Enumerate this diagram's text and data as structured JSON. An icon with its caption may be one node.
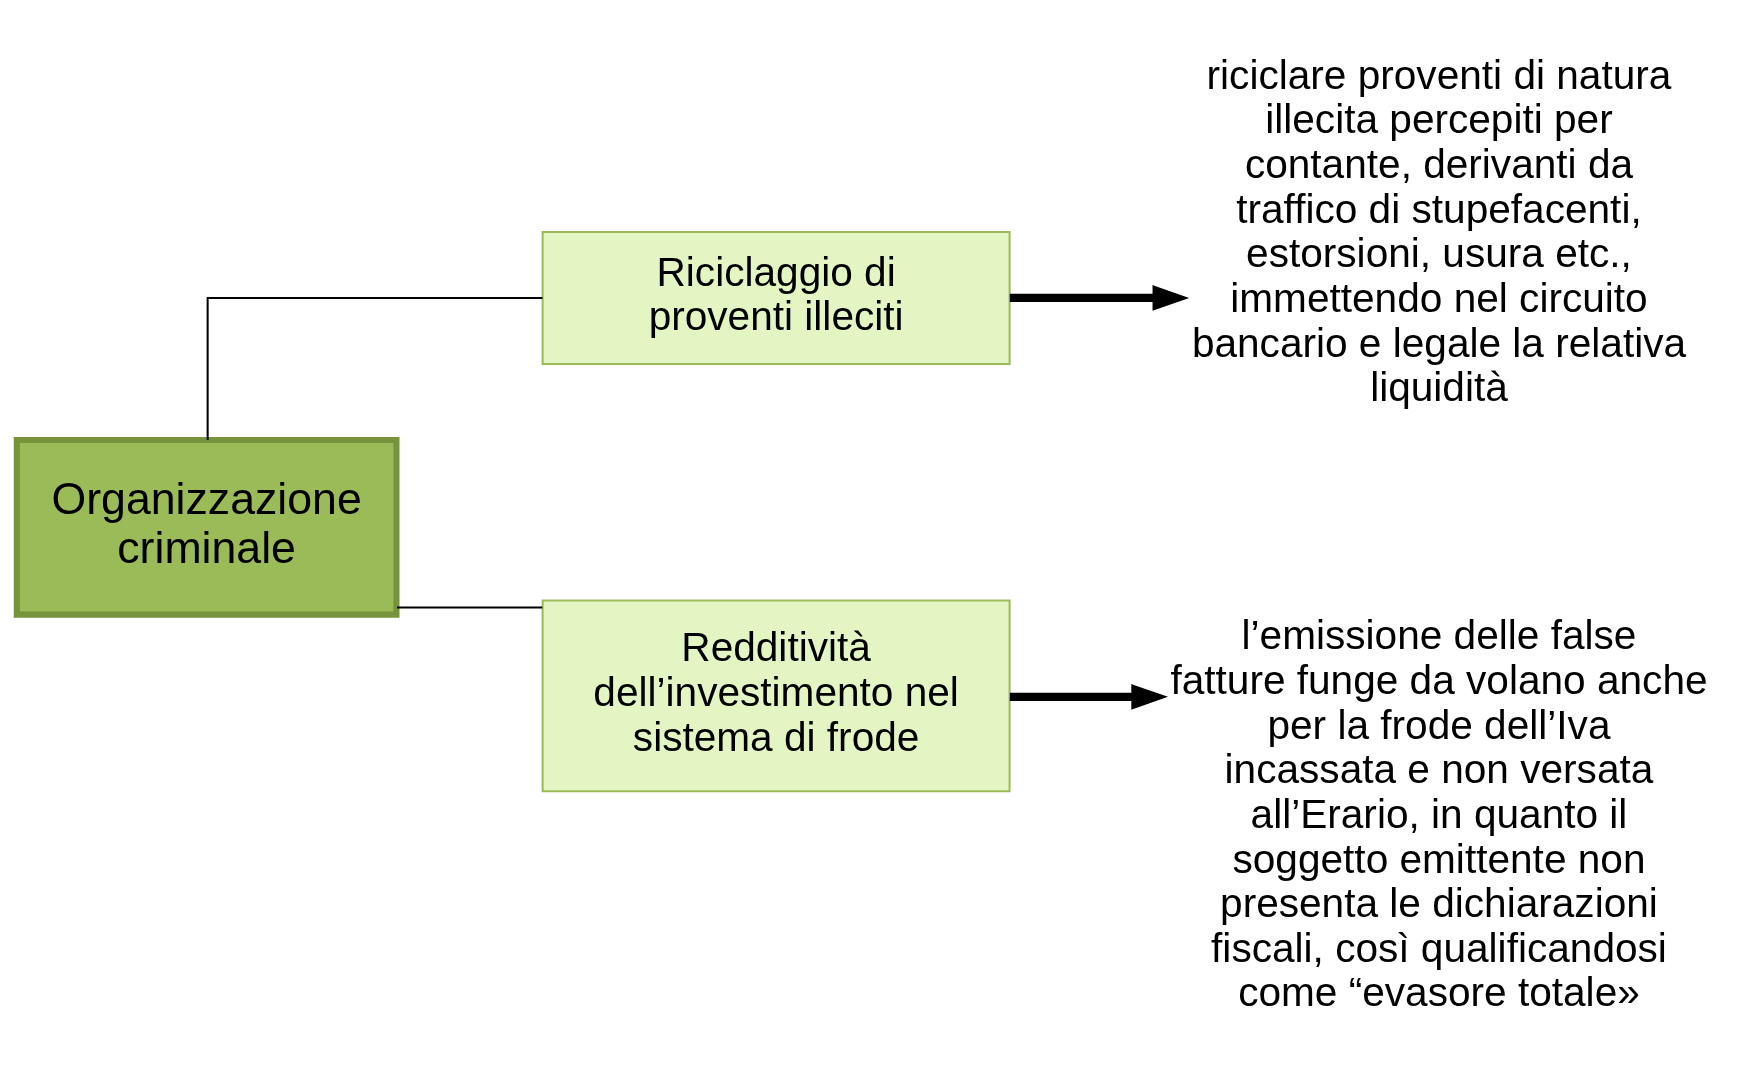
{
  "diagram": {
    "nodes": [
      {
        "text": [
          "Organizzazione criminale"
        ]
      },
      {
        "text": [
          "Riciclaggio di proventi illeciti"
        ]
      },
      {
        "text": [
          "Redditività dell’investimento nel sistema di frode"
        ]
      },
      {
        "text": [
          "riciclare proventi di natura illecita percepiti per contante, derivanti da traffico di stupefacenti, estorsioni, usura etc., immettendo nel circuito bancario e legale la relativa liquidità"
        ]
      },
      {
        "text": [
          "l’emissione delle false fatture funge da volano anche per la frode dell’Iva incassata e non versata all’Erario, in quanto il soggetto emittente non presenta le dichiarazioni fiscali, così qualificandosi come “evasore totale»"
        ]
      }
    ],
    "edges": [
      {
        "from": 0,
        "to": 1,
        "arrow": "none"
      },
      {
        "from": 0,
        "to": 2,
        "arrow": "none"
      },
      {
        "from": 1,
        "to": 3,
        "arrow": "to",
        "style": "thick"
      },
      {
        "from": 2,
        "to": 4,
        "arrow": "to",
        "style": "thick"
      }
    ]
  }
}
